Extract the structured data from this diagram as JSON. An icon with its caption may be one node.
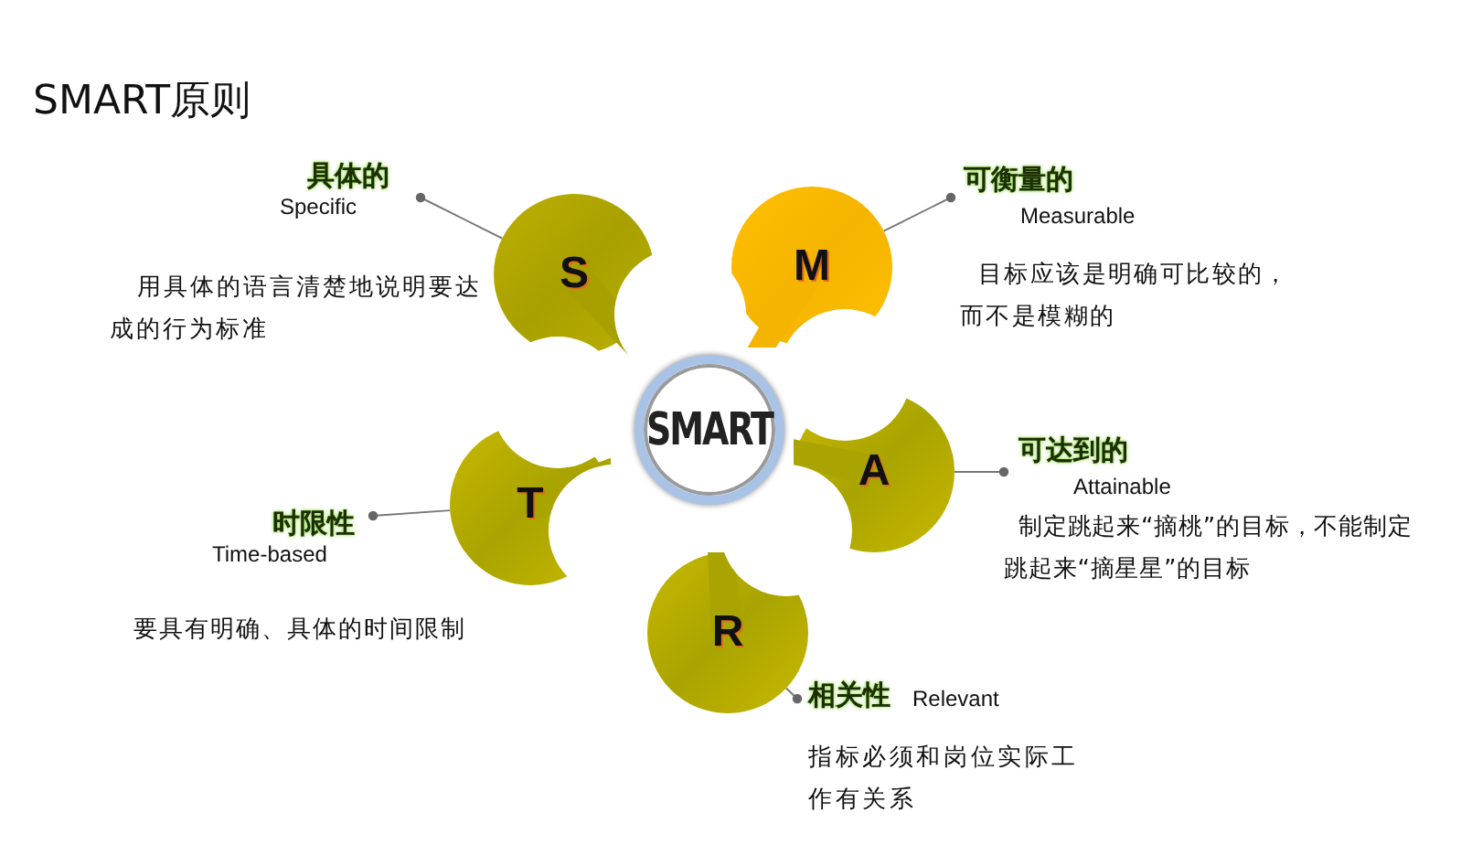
{
  "diagram": {
    "title": "SMART原则",
    "nodes": [
      {
        "text": [
          "SMART"
        ]
      },
      {
        "text": [
          "S"
        ]
      },
      {
        "text": [
          "具体的",
          "Specific"
        ]
      },
      {
        "text": [
          "M"
        ]
      },
      {
        "text": [
          "可衡量的",
          "Measurable"
        ]
      },
      {
        "text": [
          "A"
        ]
      },
      {
        "text": [
          "可达到的",
          "Attainable"
        ]
      },
      {
        "text": [
          "R"
        ]
      },
      {
        "text": [
          "相关性",
          "Relevant"
        ]
      },
      {
        "text": [
          "T"
        ]
      },
      {
        "text": [
          "时限性",
          "Time-based"
        ]
      }
    ],
    "labels": [
      "用具体的语言清楚地说明要达成的行为标准",
      "目标应该是明确可比较的，而不是模糊的",
      "制定跳起来“摘桃”的目标，不能制定跳起来“摘星星”的目标",
      "要具有明确、具体的时间限制",
      "指标必须和岗位实际工作有关系"
    ],
    "edges": [
      {
        "from": 1,
        "to": 2,
        "arrow": "other"
      },
      {
        "from": 3,
        "to": 4,
        "arrow": "other"
      },
      {
        "from": 5,
        "to": 6,
        "arrow": "other"
      },
      {
        "from": 7,
        "to": 8,
        "arrow": "other"
      },
      {
        "from": 9,
        "to": 10,
        "arrow": "other"
      }
    ]
  }
}
